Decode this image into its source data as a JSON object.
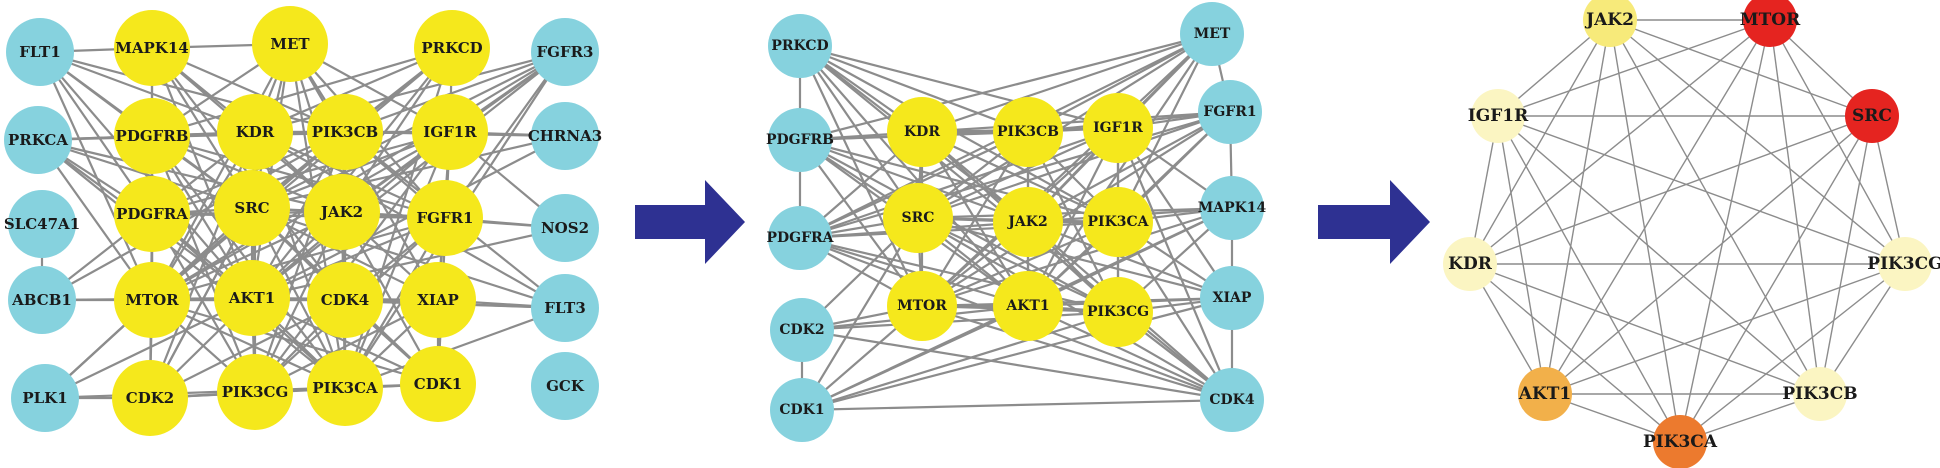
{
  "colors": {
    "periphery": "#86d2de",
    "core": "#f5e81c",
    "edge": "#8c8c8c",
    "arrow": "#2e3192",
    "rank1": "#e52420",
    "rank2": "#ec7a2e",
    "rank3": "#f2b04a",
    "rank4": "#f7ea7a",
    "rank5": "#fbf5c2"
  },
  "panels": [
    {
      "nodes": [
        {
          "id": "FLT1",
          "label": "FLT1",
          "role": "periphery"
        },
        {
          "id": "MAPK14",
          "label": "MAPK14",
          "role": "core"
        },
        {
          "id": "MET",
          "label": "MET",
          "role": "core"
        },
        {
          "id": "PRKCD",
          "label": "PRKCD",
          "role": "core"
        },
        {
          "id": "FGFR3",
          "label": "FGFR3",
          "role": "periphery"
        },
        {
          "id": "PRKCA",
          "label": "PRKCA",
          "role": "periphery"
        },
        {
          "id": "PDGFRB",
          "label": "PDGFRB",
          "role": "core"
        },
        {
          "id": "KDR",
          "label": "KDR",
          "role": "core"
        },
        {
          "id": "PIK3CB",
          "label": "PIK3CB",
          "role": "core"
        },
        {
          "id": "IGF1R",
          "label": "IGF1R",
          "role": "core"
        },
        {
          "id": "CHRNA3",
          "label": "CHRNA3",
          "role": "periphery"
        },
        {
          "id": "SLC47A1",
          "label": "SLC47A1",
          "role": "periphery"
        },
        {
          "id": "PDGFRA",
          "label": "PDGFRA",
          "role": "core"
        },
        {
          "id": "SRC",
          "label": "SRC",
          "role": "core"
        },
        {
          "id": "JAK2",
          "label": "JAK2",
          "role": "core"
        },
        {
          "id": "FGFR1",
          "label": "FGFR1",
          "role": "core"
        },
        {
          "id": "NOS2",
          "label": "NOS2",
          "role": "periphery"
        },
        {
          "id": "ABCB1",
          "label": "ABCB1",
          "role": "periphery"
        },
        {
          "id": "MTOR",
          "label": "MTOR",
          "role": "core"
        },
        {
          "id": "AKT1",
          "label": "AKT1",
          "role": "core"
        },
        {
          "id": "CDK4",
          "label": "CDK4",
          "role": "core"
        },
        {
          "id": "XIAP",
          "label": "XIAP",
          "role": "core"
        },
        {
          "id": "FLT3",
          "label": "FLT3",
          "role": "periphery"
        },
        {
          "id": "PLK1",
          "label": "PLK1",
          "role": "periphery"
        },
        {
          "id": "CDK2",
          "label": "CDK2",
          "role": "core"
        },
        {
          "id": "PIK3CG",
          "label": "PIK3CG",
          "role": "core"
        },
        {
          "id": "PIK3CA",
          "label": "PIK3CA",
          "role": "core"
        },
        {
          "id": "CDK1",
          "label": "CDK1",
          "role": "core"
        },
        {
          "id": "GCK",
          "label": "GCK",
          "role": "periphery"
        }
      ]
    },
    {
      "nodes": [
        {
          "id": "PRKCD",
          "label": "PRKCD",
          "role": "periphery"
        },
        {
          "id": "MET",
          "label": "MET",
          "role": "periphery"
        },
        {
          "id": "PDGFRB",
          "label": "PDGFRB",
          "role": "periphery"
        },
        {
          "id": "KDR",
          "label": "KDR",
          "role": "core"
        },
        {
          "id": "PIK3CB",
          "label": "PIK3CB",
          "role": "core"
        },
        {
          "id": "IGF1R",
          "label": "IGF1R",
          "role": "core"
        },
        {
          "id": "FGFR1",
          "label": "FGFR1",
          "role": "periphery"
        },
        {
          "id": "PDGFRA",
          "label": "PDGFRA",
          "role": "periphery"
        },
        {
          "id": "SRC",
          "label": "SRC",
          "role": "core"
        },
        {
          "id": "JAK2",
          "label": "JAK2",
          "role": "core"
        },
        {
          "id": "PIK3CA",
          "label": "PIK3CA",
          "role": "core"
        },
        {
          "id": "MAPK14",
          "label": "MAPK14",
          "role": "periphery"
        },
        {
          "id": "MTOR",
          "label": "MTOR",
          "role": "core"
        },
        {
          "id": "AKT1",
          "label": "AKT1",
          "role": "core"
        },
        {
          "id": "PIK3CG",
          "label": "PIK3CG",
          "role": "core"
        },
        {
          "id": "XIAP",
          "label": "XIAP",
          "role": "periphery"
        },
        {
          "id": "CDK2",
          "label": "CDK2",
          "role": "periphery"
        },
        {
          "id": "CDK1",
          "label": "CDK1",
          "role": "periphery"
        },
        {
          "id": "CDK4",
          "label": "CDK4",
          "role": "periphery"
        }
      ]
    },
    {
      "nodes": [
        {
          "id": "JAK2",
          "label": "JAK2",
          "rank": "rank4"
        },
        {
          "id": "MTOR",
          "label": "MTOR",
          "rank": "rank1"
        },
        {
          "id": "IGF1R",
          "label": "IGF1R",
          "rank": "rank5"
        },
        {
          "id": "SRC",
          "label": "SRC",
          "rank": "rank1"
        },
        {
          "id": "KDR",
          "label": "KDR",
          "rank": "rank5"
        },
        {
          "id": "PIK3CG",
          "label": "PIK3CG",
          "rank": "rank5"
        },
        {
          "id": "AKT1",
          "label": "AKT1",
          "rank": "rank3"
        },
        {
          "id": "PIK3CB",
          "label": "PIK3CB",
          "rank": "rank5"
        },
        {
          "id": "PIK3CA",
          "label": "PIK3CA",
          "rank": "rank2"
        }
      ]
    }
  ]
}
